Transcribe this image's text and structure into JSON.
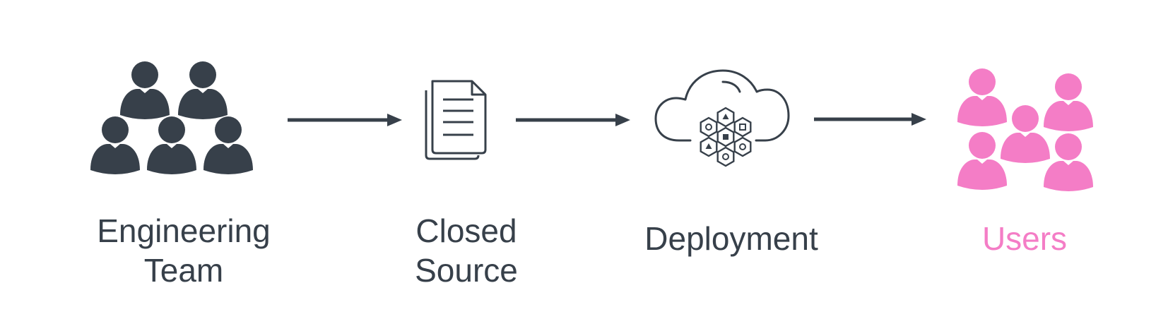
{
  "diagram": {
    "nodes": [
      {
        "id": "engineering",
        "lines": [
          "Engineering",
          "Team"
        ],
        "icon": "team-icon"
      },
      {
        "id": "closed",
        "lines": [
          "Closed",
          "Source"
        ],
        "icon": "documents-icon"
      },
      {
        "id": "deployment",
        "lines": [
          "Deployment"
        ],
        "icon": "cloud-deployment-icon"
      },
      {
        "id": "users",
        "lines": [
          "Users"
        ],
        "icon": "users-icon"
      }
    ],
    "edges": [
      {
        "from": "engineering",
        "to": "closed"
      },
      {
        "from": "closed",
        "to": "deployment"
      },
      {
        "from": "deployment",
        "to": "users"
      }
    ]
  },
  "colors": {
    "dark": "#37404a",
    "accent": "#f47dc6",
    "background": "#ffffff"
  }
}
